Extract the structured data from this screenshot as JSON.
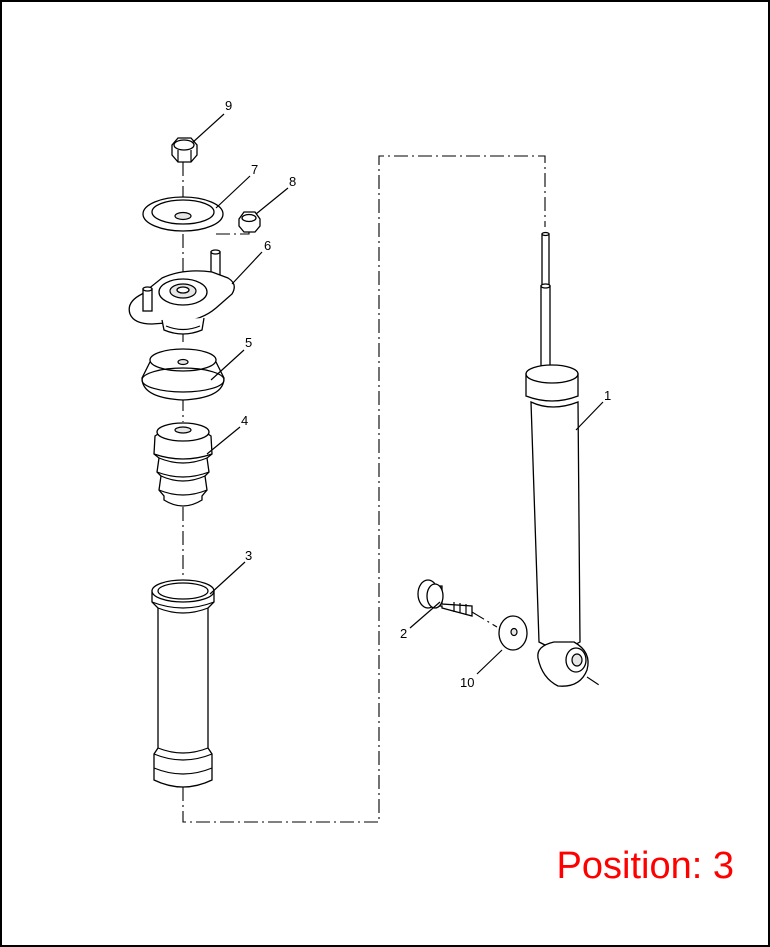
{
  "diagram": {
    "position_text": "Position: 3",
    "position_color": "#ff0000",
    "callouts": [
      "1",
      "2",
      "3",
      "4",
      "5",
      "6",
      "7",
      "8",
      "9",
      "10"
    ]
  }
}
